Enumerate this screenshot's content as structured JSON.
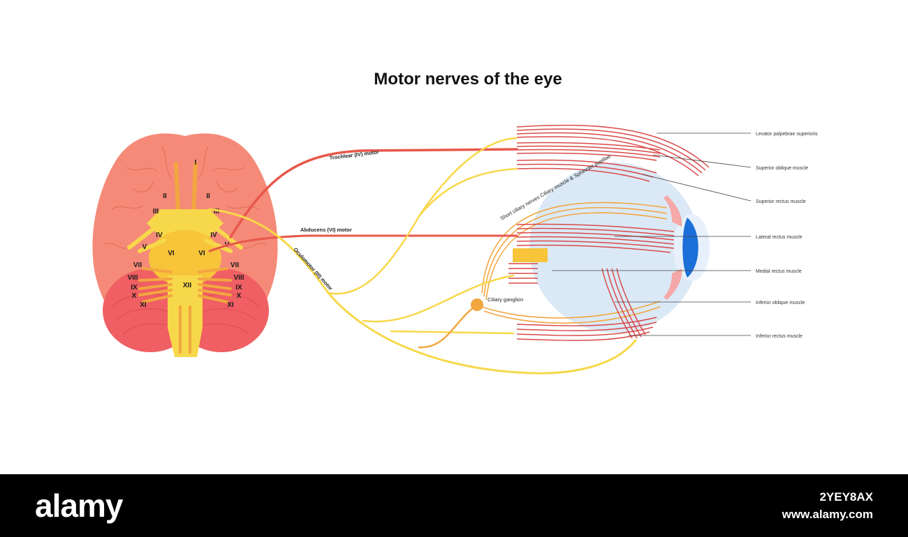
{
  "title": "Motor nerves of the eye",
  "cranial_nerves": {
    "I": "I",
    "II": "II",
    "III": "III",
    "IV": "IV",
    "V": "V",
    "VI": "VI",
    "VII": "VII",
    "VIII": "VIII",
    "IX": "IX",
    "X": "X",
    "XI": "XI",
    "XII": "XII"
  },
  "nerve_labels": {
    "trochlear": "Trochlear (IV) motor",
    "abducens": "Abducens (VI) motor",
    "oculomotor": "Oculomotor (III) motor",
    "short_ciliary": "Short ciliary nerves Ciliary muscle & Sphincter pupillae",
    "ciliary_ganglion": "Ciliary ganglion"
  },
  "muscle_labels": {
    "levator": "Levator palpebrae superioris",
    "superior_oblique": "Superior oblique muscle",
    "superior_rectus": "Superior rectus muscle",
    "lateral_rectus": "Lateral rectus muscle",
    "medial_rectus": "Medial rectus muscle",
    "inferior_oblique": "Inferior oblique muscle",
    "inferior_rectus": "Inferior rectus muscle"
  },
  "watermark": {
    "logo": "alamy",
    "image_code": "2YEY8AX",
    "site": "www.alamy.com"
  },
  "colors": {
    "brain": "#f58a78",
    "cerebellum": "#ef5f63",
    "nerve_yellow": "#f7d84a",
    "nerve_orange": "#f2a640",
    "nerve_red": "#e8574a",
    "eyeball": "#dbe9f6",
    "iris": "#1c6fd8",
    "muscle": "#d94a4a"
  }
}
